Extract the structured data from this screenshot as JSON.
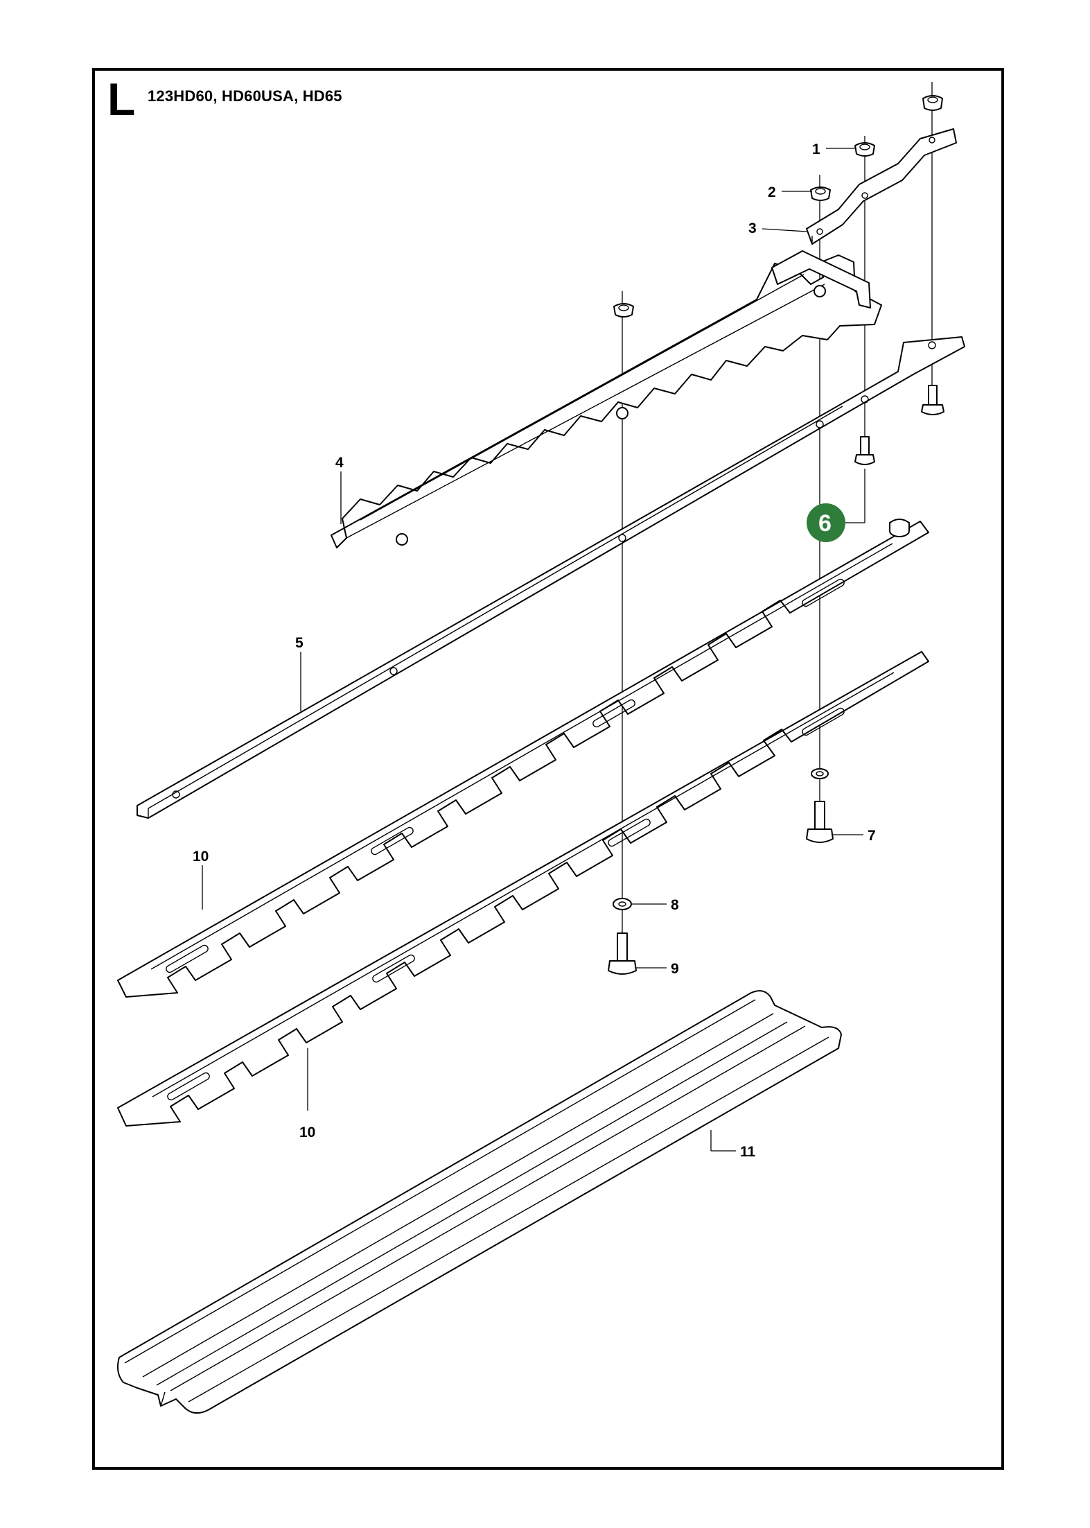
{
  "header": {
    "section_letter": "L",
    "models": "123HD60, HD60USA, HD65"
  },
  "callouts": [
    {
      "id": "1",
      "label": "1"
    },
    {
      "id": "2",
      "label": "2"
    },
    {
      "id": "3",
      "label": "3"
    },
    {
      "id": "4",
      "label": "4"
    },
    {
      "id": "5",
      "label": "5"
    },
    {
      "id": "6",
      "label": "6",
      "highlighted": true
    },
    {
      "id": "7",
      "label": "7"
    },
    {
      "id": "8",
      "label": "8"
    },
    {
      "id": "9",
      "label": "9"
    },
    {
      "id": "10a",
      "label": "10"
    },
    {
      "id": "10b",
      "label": "10"
    },
    {
      "id": "11",
      "label": "11"
    }
  ],
  "colors": {
    "highlight": "#2f7d3a",
    "line": "#000000",
    "background": "#ffffff"
  }
}
